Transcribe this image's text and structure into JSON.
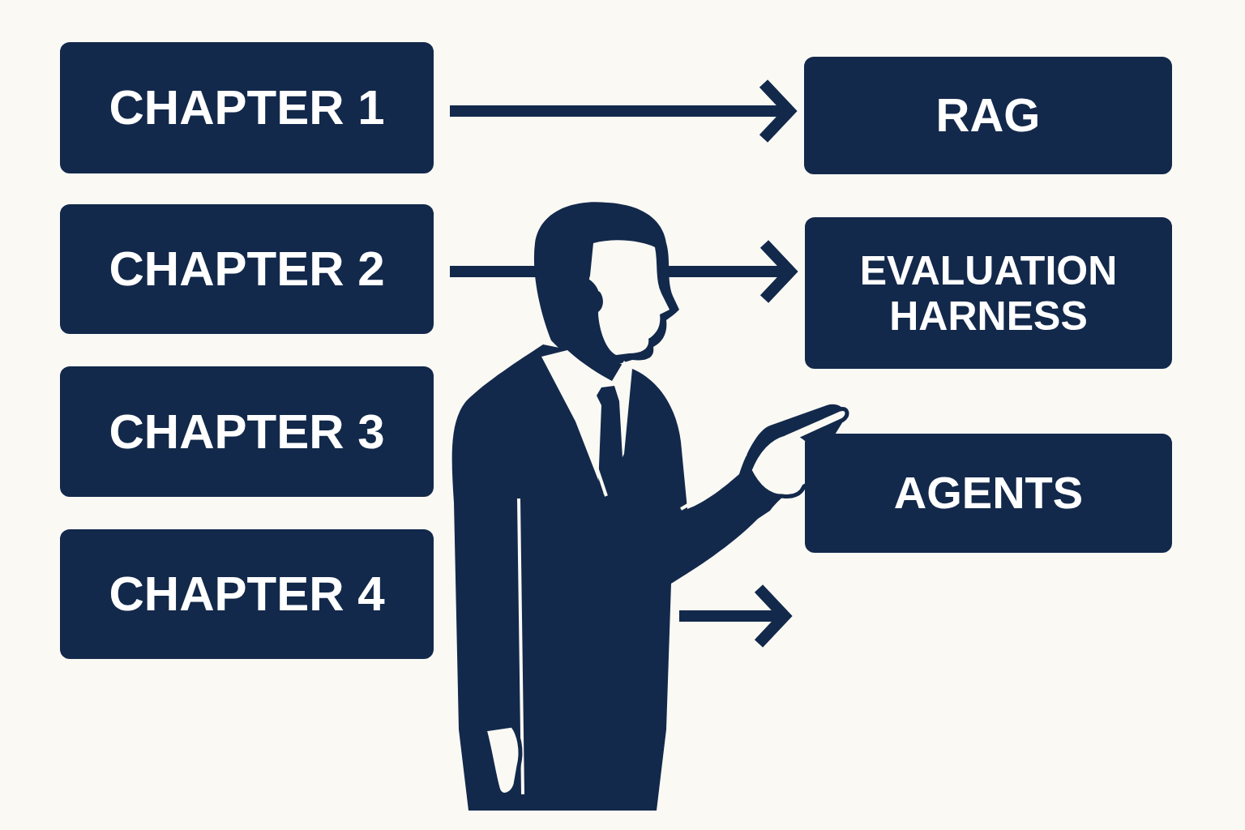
{
  "diagram": {
    "nodes": [
      {
        "text": [
          "CHAPTER 1"
        ]
      },
      {
        "text": [
          "CHAPTER 2"
        ]
      },
      {
        "text": [
          "CHAPTER 3"
        ]
      },
      {
        "text": [
          "CHAPTER 4"
        ]
      },
      {
        "text": [
          "RAG"
        ]
      },
      {
        "text": [
          "EVALUATION HARNESS"
        ]
      },
      {
        "text": [
          "AGENTS"
        ]
      }
    ],
    "edges": [
      {
        "from": 0,
        "to": 4,
        "arrow": "to"
      },
      {
        "from": 1,
        "to": 5,
        "arrow": "to"
      }
    ]
  }
}
